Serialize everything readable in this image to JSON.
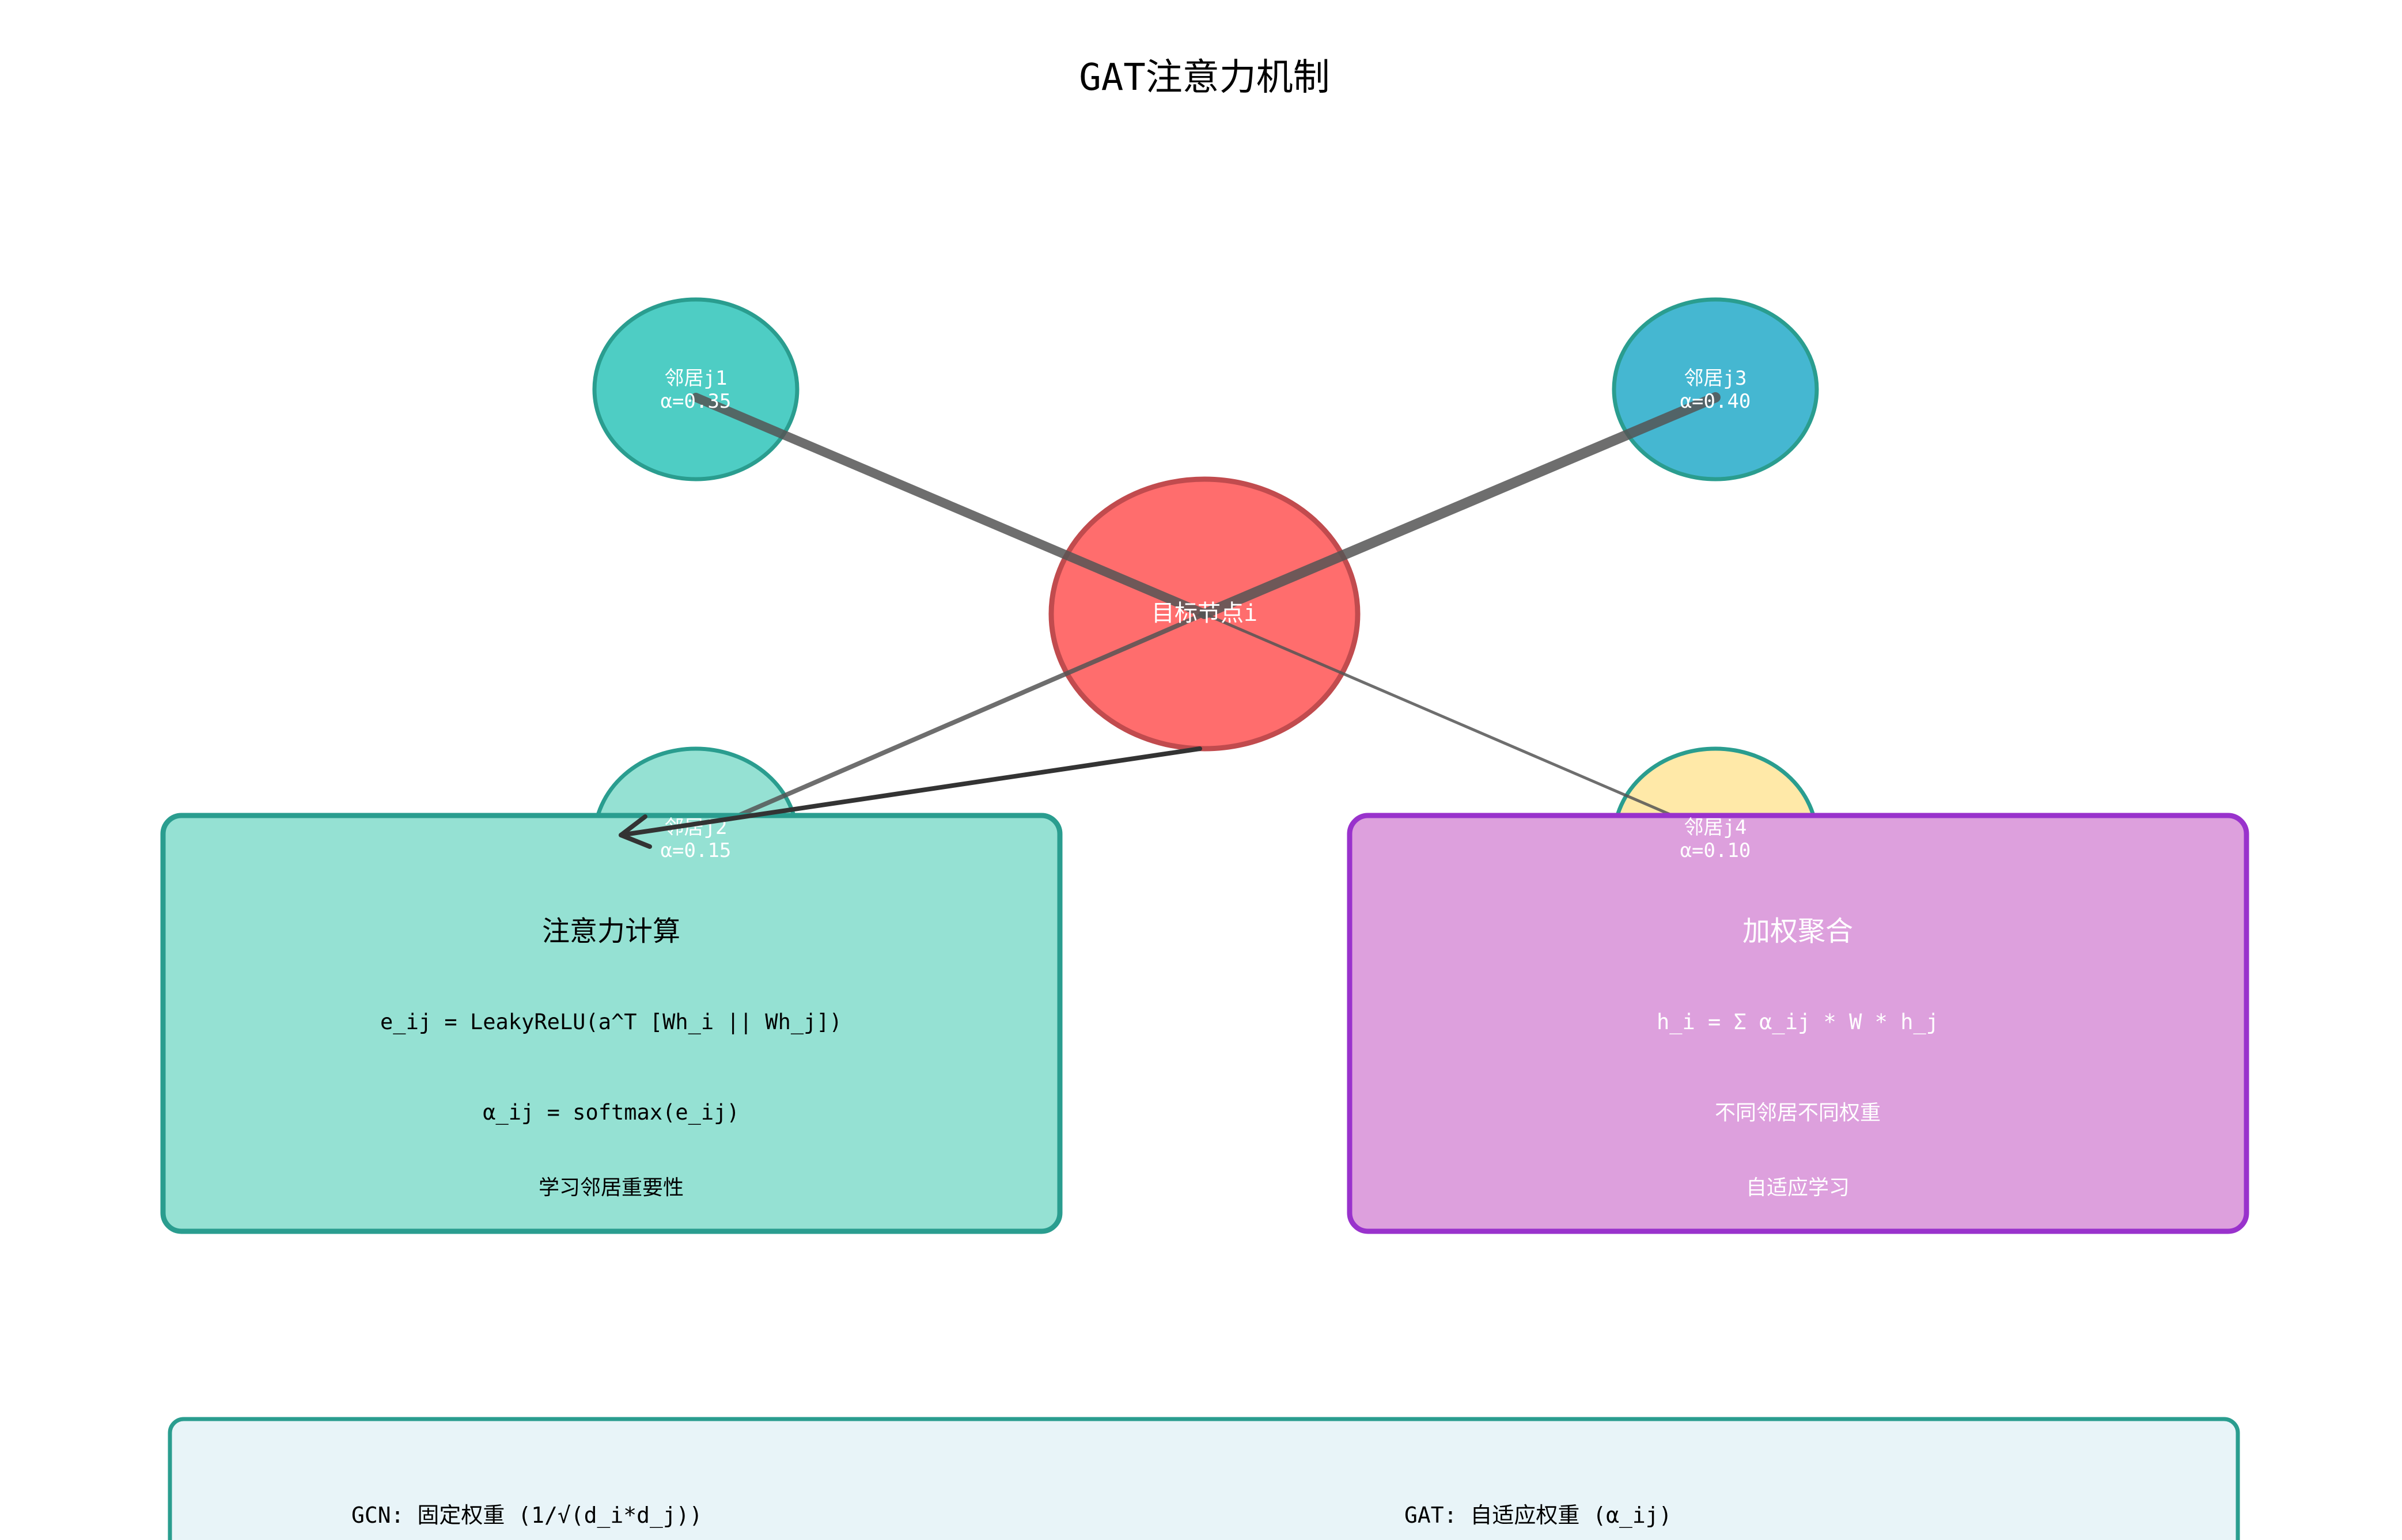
{
  "title": "GAT注意力机制",
  "colors": {
    "target_fill": "#FF6B6B",
    "target_stroke": "#C0484B",
    "neighbor_stroke": "#2A9D8F",
    "j1_fill": "#4ECDC4",
    "j2_fill": "#95E1D3",
    "j3_fill": "#45B7D1",
    "j4_fill": "#FFE9A8",
    "edge": "#555555",
    "arrow": "#333333",
    "attention_box_fill": "#95E1D3",
    "attention_box_stroke": "#2A9D8F",
    "aggregate_box_fill": "#DDA0DD",
    "aggregate_box_stroke": "#9932CC",
    "compare_box_fill": "#E8F4F8",
    "compare_box_stroke": "#2A9D8F"
  },
  "target_node": {
    "label": "目标节点i"
  },
  "neighbors": [
    {
      "name": "邻居j1",
      "alpha": "α=0.35"
    },
    {
      "name": "邻居j2",
      "alpha": "α=0.15"
    },
    {
      "name": "邻居j3",
      "alpha": "α=0.40"
    },
    {
      "name": "邻居j4",
      "alpha": "α=0.10"
    }
  ],
  "attention_box": {
    "title": "注意力计算",
    "formula1": "e_ij = LeakyReLU(a^T [Wh_i || Wh_j])",
    "formula2": "α_ij = softmax(e_ij)",
    "note": "学习邻居重要性"
  },
  "aggregate_box": {
    "title": "加权聚合",
    "formula": "h_i = Σ α_ij * W * h_j",
    "note1": "不同邻居不同权重",
    "note2": "自适应学习"
  },
  "comparison": {
    "gcn": "GCN: 固定权重 (1/√(d_i*d_j))",
    "gat": "GAT: 自适应权重 (α_ij)"
  }
}
